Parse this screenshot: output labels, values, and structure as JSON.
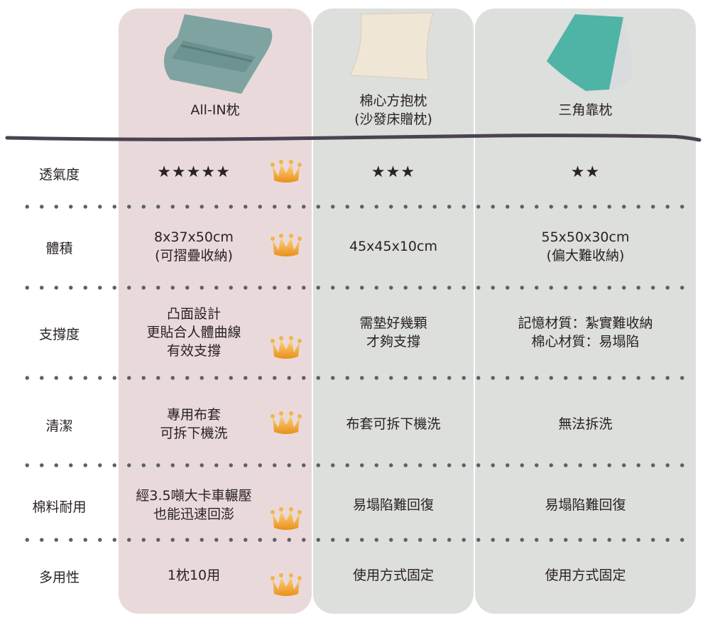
{
  "products": [
    {
      "name": "All-IN枕",
      "image": "memory-foam-pillow"
    },
    {
      "name": "棉心方抱枕",
      "sub": "(沙發床贈枕)",
      "image": "square-cushion"
    },
    {
      "name": "三角靠枕",
      "image": "wedge-pillow"
    }
  ],
  "rows": [
    {
      "label": "透氣度",
      "values": [
        "★★★★★",
        "★★★",
        "★★"
      ],
      "ratings": [
        5,
        3,
        2
      ]
    },
    {
      "label": "體積",
      "values": [
        [
          "8x37x50cm",
          "(可摺疊收納)"
        ],
        [
          "45x45x10cm"
        ],
        [
          "55x50x30cm",
          "(偏大難收納)"
        ]
      ]
    },
    {
      "label": "支撐度",
      "values": [
        [
          "凸面設計",
          "更貼合人體曲線",
          "有效支撐"
        ],
        [
          "需墊好幾顆",
          "才夠支撐"
        ],
        [
          "記憶材質：紮實難收納",
          "棉心材質：易塌陷"
        ]
      ]
    },
    {
      "label": "清潔",
      "values": [
        [
          "專用布套",
          "可拆下機洗"
        ],
        [
          "布套可拆下機洗"
        ],
        [
          "無法拆洗"
        ]
      ]
    },
    {
      "label": "棉料耐用",
      "values": [
        [
          "經3.5噸大卡車輾壓",
          "也能迅速回澎"
        ],
        [
          "易塌陷難回復"
        ],
        [
          "易塌陷難回復"
        ]
      ]
    },
    {
      "label": "多用性",
      "values": [
        [
          "1枕10用"
        ],
        [
          "使用方式固定"
        ],
        [
          "使用方式固定"
        ]
      ]
    }
  ],
  "colors": {
    "winner": "#e9d9da",
    "other": "#dcdfdc",
    "divider": "#4a4352"
  }
}
